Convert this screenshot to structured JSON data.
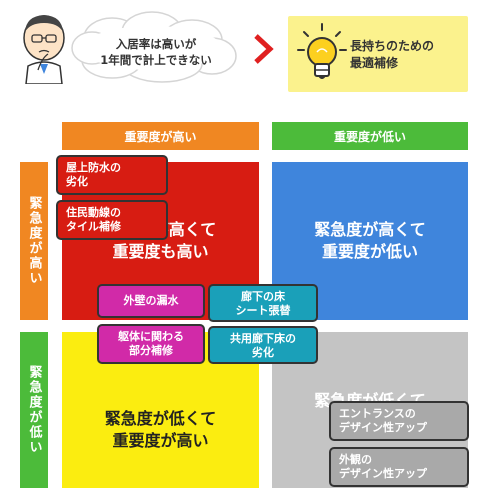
{
  "banner": {
    "problem_text": "入居率は高いが\n1年間で計上できない",
    "solution_text": "長持ちのための\n最適補修",
    "icons": [
      "worried-person-icon",
      "arrow-right-icon",
      "lightbulb-icon"
    ]
  },
  "axes": {
    "importance_high": "重要度が高い",
    "importance_low": "重要度が低い",
    "urgency_high": "緊急度が高い",
    "urgency_low": "緊急度が低い"
  },
  "quadrants": {
    "top_left": "緊急度が高くて\n重要度も高い",
    "top_right": "緊急度が高くて\n重要度が低い",
    "bottom_left": "緊急度が低くて\n重要度が高い",
    "bottom_right": "緊急度が低くて"
  },
  "items": [
    {
      "label": "屋上防水の\n劣化"
    },
    {
      "label": "住民動線の\nタイル補修"
    },
    {
      "label": "外壁の漏水"
    },
    {
      "label": "廊下の床\nシート張替"
    },
    {
      "label": "躯体に関わる\n部分補修"
    },
    {
      "label": "共用廊下床の\n劣化"
    },
    {
      "label": "エントランスの\nデザイン性アップ"
    },
    {
      "label": "外観の\nデザイン性アップ"
    }
  ],
  "colors": {
    "orange": "#f08722",
    "green": "#4cbb3a",
    "red": "#d71c12",
    "blue": "#3f85dc",
    "yellow": "#fbed10",
    "gray": "#c4c4c4",
    "pink": "#d12aa8",
    "teal": "#1aa0b9"
  }
}
